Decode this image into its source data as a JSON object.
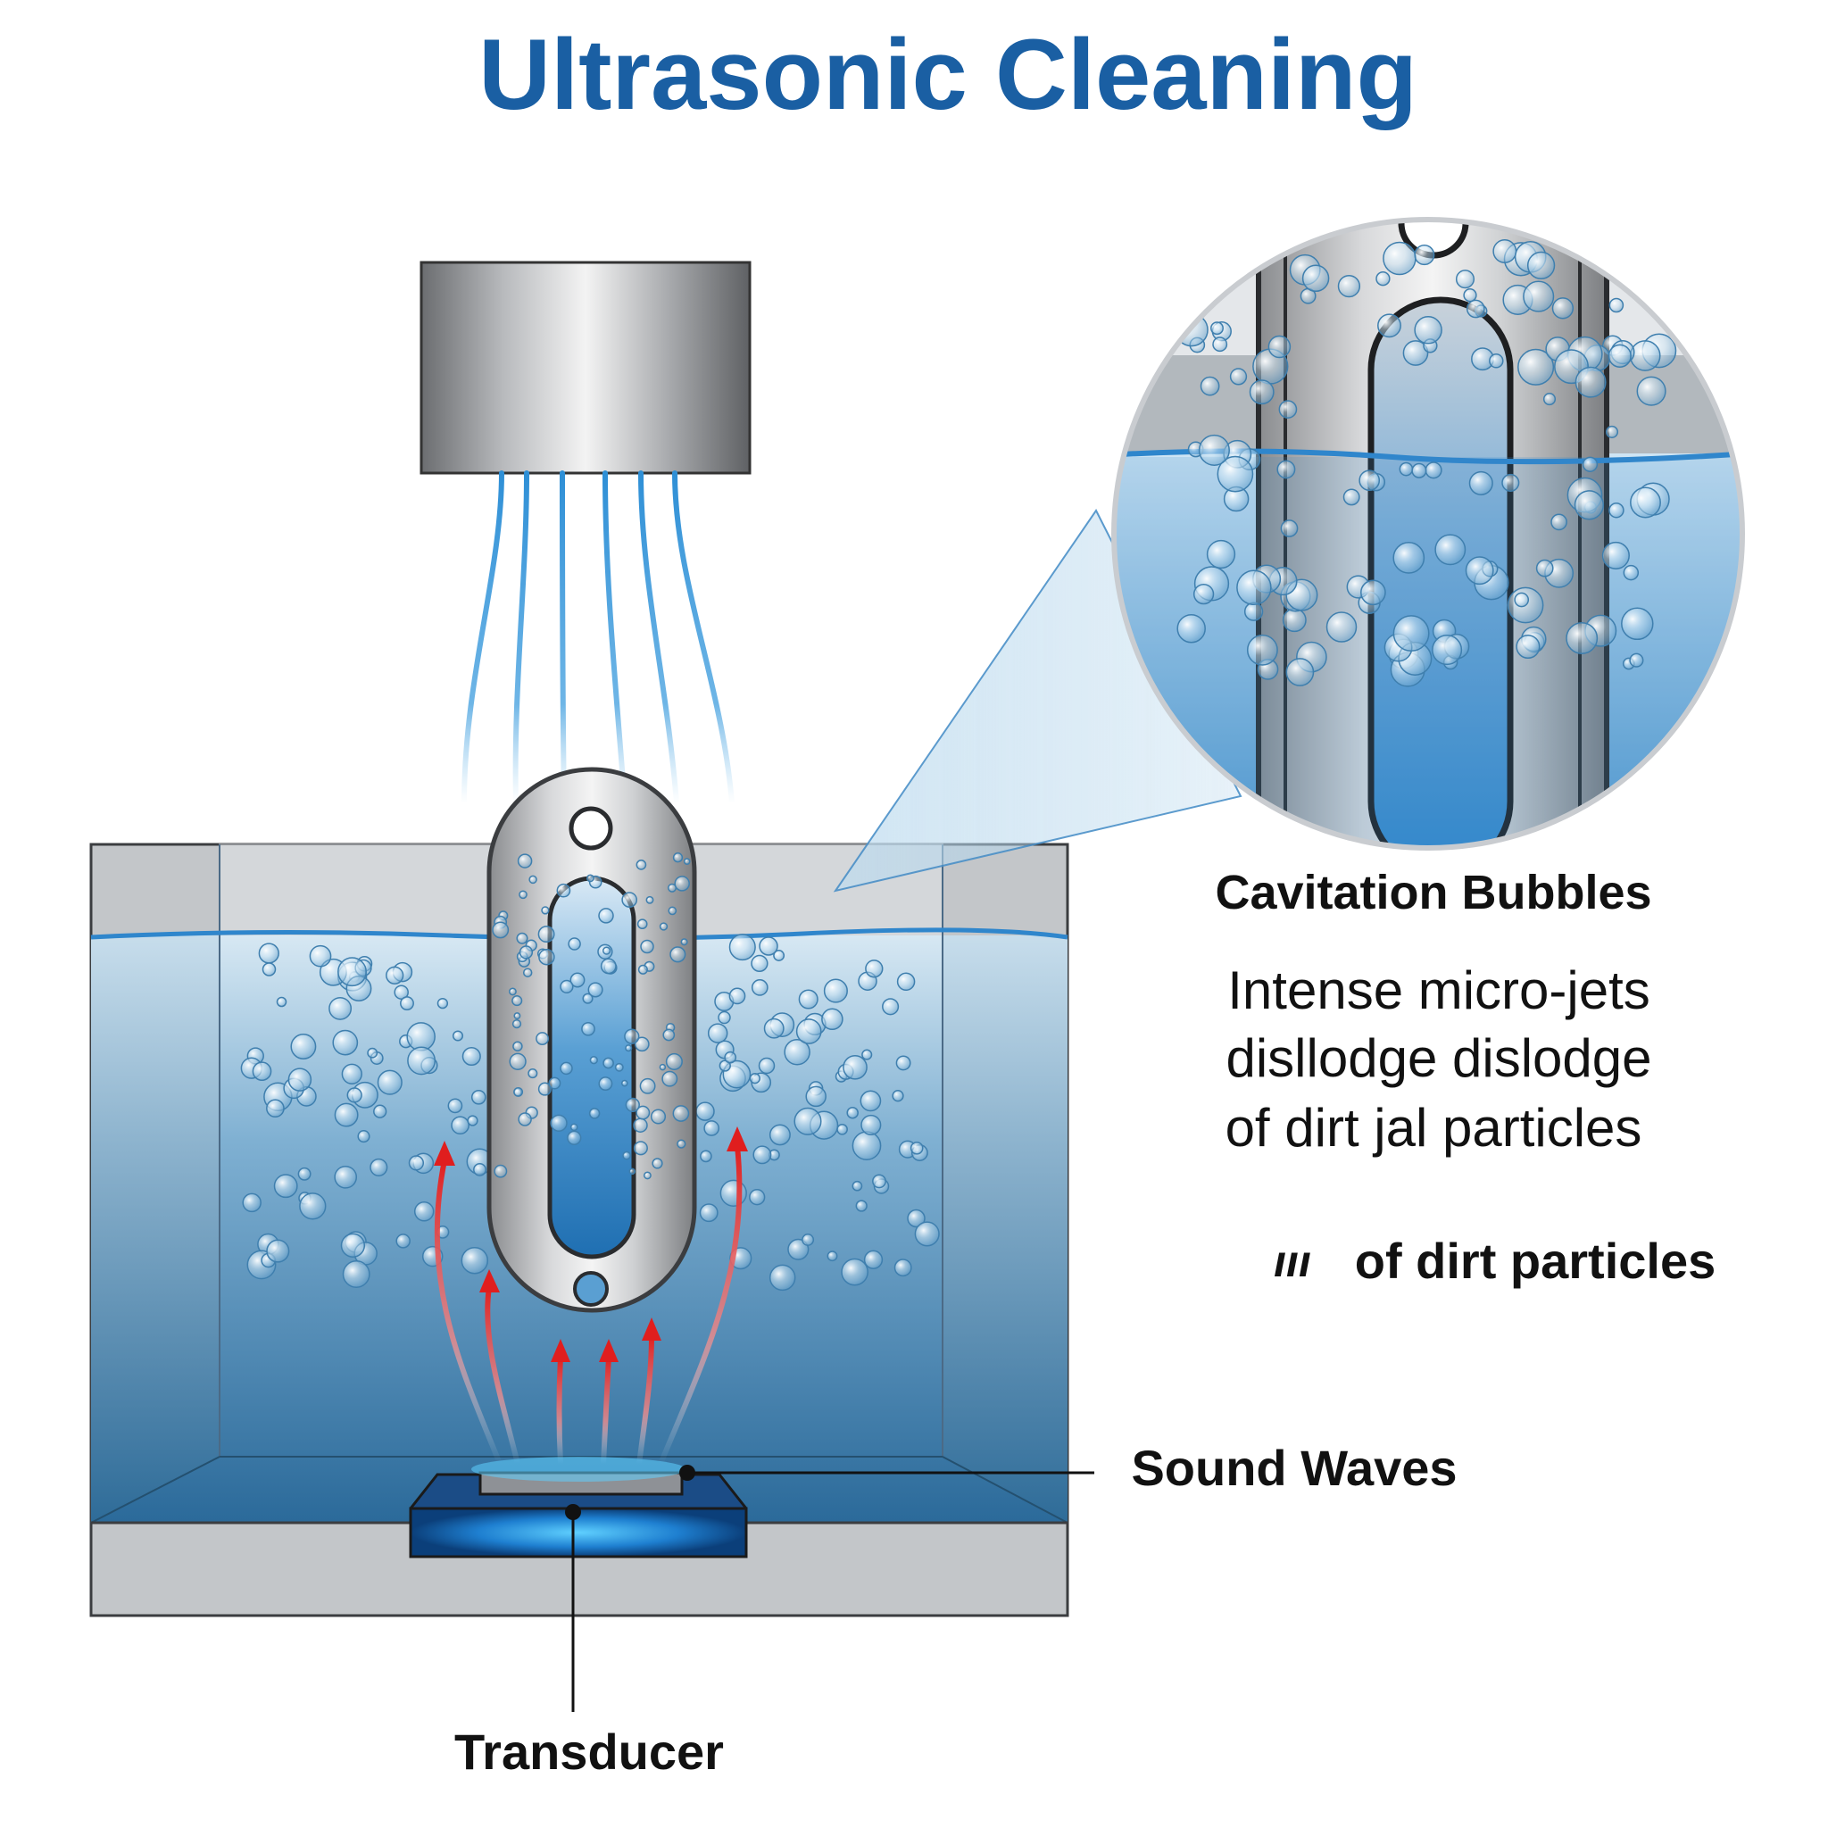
{
  "title": "Ultrasonic Cleaning",
  "labels": {
    "cavitation": "Cavitation Bubbles",
    "description_line1": "Intense micro-jets",
    "description_line2": "disllodge dislodge",
    "description_line3": "of dirt jal particles",
    "dirt_mark": "ııı",
    "dirt_particles": "of dirt particles",
    "sound_waves": "Sound Waves",
    "transducer": "Transducer"
  },
  "colors": {
    "title": "#1a5fa3",
    "water_top": "#cfe3f1",
    "water_bottom": "#2d6e9e",
    "tank_gray": "#b9bcbf",
    "metal_light": "#f2f2f2",
    "metal_dark": "#6d6f72",
    "arrow_red": "#e02020",
    "signal_blue": "#2e8fd6",
    "label_text": "#111111"
  }
}
